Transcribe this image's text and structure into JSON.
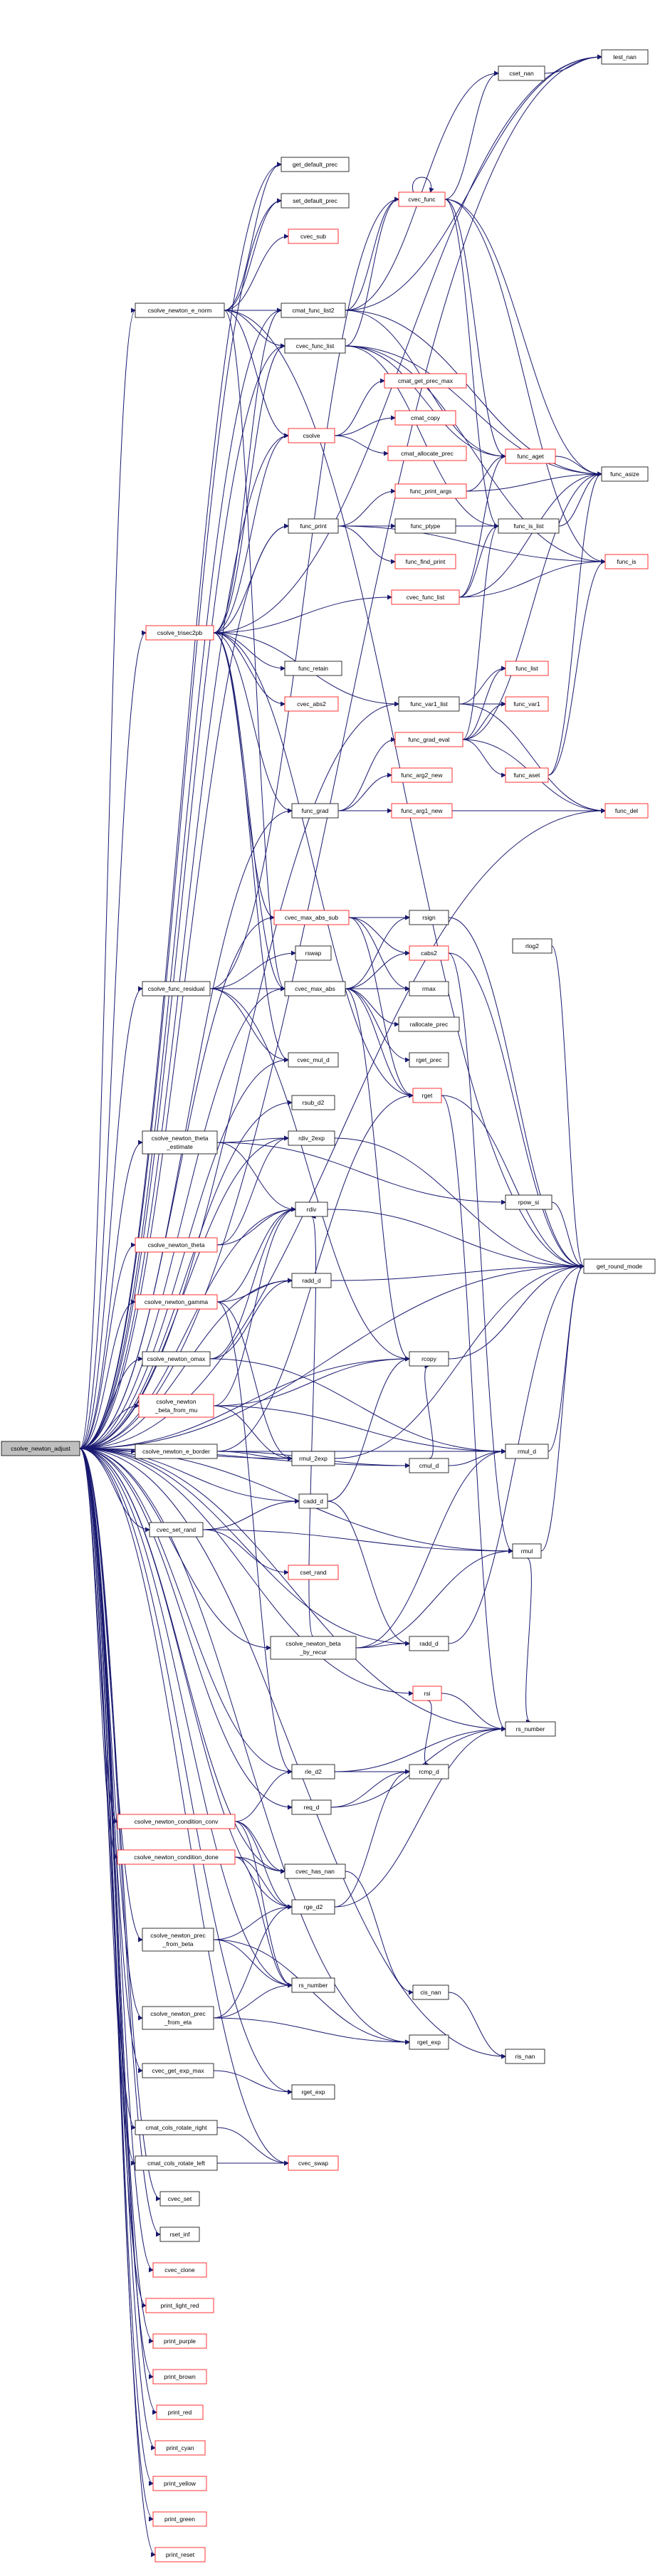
{
  "colors": {
    "edge": "#191970",
    "node_border": "#000000",
    "node_border_red": "#ff0000",
    "node_fill": "#ffffff",
    "root_fill": "#bfbfbf"
  },
  "root": "csolve_newton_adjust",
  "nodes": [
    {
      "id": "root",
      "label": "csolve_newton_adjust",
      "kind": "root"
    },
    {
      "id": "n1",
      "label": "csolve_newton_e_norm",
      "kind": "black"
    },
    {
      "id": "n2",
      "label": "get_default_prec",
      "kind": "black"
    },
    {
      "id": "n3",
      "label": "set_default_prec",
      "kind": "black"
    },
    {
      "id": "n4",
      "label": "cvec_sub",
      "kind": "red"
    },
    {
      "id": "n5",
      "label": "cmat_func_list2",
      "kind": "black"
    },
    {
      "id": "n6",
      "label": "cvec_func_list",
      "kind": "black"
    },
    {
      "id": "n7",
      "label": "cvec_func",
      "kind": "red"
    },
    {
      "id": "n8",
      "label": "cset_nan",
      "kind": "black"
    },
    {
      "id": "n9",
      "label": "test_nan",
      "kind": "black"
    },
    {
      "id": "n10",
      "label": "cmat_get_prec_max",
      "kind": "red"
    },
    {
      "id": "n11",
      "label": "csolve",
      "kind": "red"
    },
    {
      "id": "n12",
      "label": "cmat_copy",
      "kind": "red"
    },
    {
      "id": "n13",
      "label": "cmat_allocate_prec",
      "kind": "red"
    },
    {
      "id": "n14",
      "label": "func_aget",
      "kind": "red"
    },
    {
      "id": "n15",
      "label": "func_asize",
      "kind": "black"
    },
    {
      "id": "n16",
      "label": "func_print",
      "kind": "black"
    },
    {
      "id": "n17",
      "label": "func_print_args",
      "kind": "red"
    },
    {
      "id": "n18",
      "label": "func_ptype",
      "kind": "black"
    },
    {
      "id": "n19",
      "label": "func_is_list",
      "kind": "black"
    },
    {
      "id": "n20",
      "label": "func_find_print",
      "kind": "red"
    },
    {
      "id": "n21",
      "label": "func_is",
      "kind": "red"
    },
    {
      "id": "n22",
      "label": "cvec_func_list",
      "kind": "red"
    },
    {
      "id": "n23",
      "label": "csolve_trisec2pb",
      "kind": "red"
    },
    {
      "id": "n24",
      "label": "func_retain",
      "kind": "black"
    },
    {
      "id": "n25",
      "label": "cvec_abs2",
      "kind": "red"
    },
    {
      "id": "n26",
      "label": "func_var1_list",
      "kind": "black"
    },
    {
      "id": "n27",
      "label": "func_list",
      "kind": "red"
    },
    {
      "id": "n28",
      "label": "func_var1",
      "kind": "red"
    },
    {
      "id": "n29",
      "label": "func_grad_eval",
      "kind": "red"
    },
    {
      "id": "n30",
      "label": "func_aset",
      "kind": "red"
    },
    {
      "id": "n31",
      "label": "func_del",
      "kind": "red"
    },
    {
      "id": "n32",
      "label": "func_grad",
      "kind": "black"
    },
    {
      "id": "n33",
      "label": "func_arg2_new",
      "kind": "red"
    },
    {
      "id": "n34",
      "label": "func_arg1_new",
      "kind": "red"
    },
    {
      "id": "n35",
      "label": "cvec_max_abs_sub",
      "kind": "red"
    },
    {
      "id": "n36",
      "label": "rsign",
      "kind": "black"
    },
    {
      "id": "n37",
      "label": "rlog2",
      "kind": "black"
    },
    {
      "id": "n38",
      "label": "cabs2",
      "kind": "red"
    },
    {
      "id": "n39",
      "label": "rswap",
      "kind": "black"
    },
    {
      "id": "n40",
      "label": "csolve_func_residual",
      "kind": "black"
    },
    {
      "id": "n41",
      "label": "cvec_max_abs",
      "kind": "black"
    },
    {
      "id": "n42",
      "label": "rmax",
      "kind": "black"
    },
    {
      "id": "n43",
      "label": "rallocate_prec",
      "kind": "black"
    },
    {
      "id": "n44",
      "label": "rget_prec",
      "kind": "black"
    },
    {
      "id": "n45",
      "label": "cvec_mul_d",
      "kind": "black"
    },
    {
      "id": "n46",
      "label": "rget",
      "kind": "red"
    },
    {
      "id": "n47",
      "label": "rsub_d2",
      "kind": "black"
    },
    {
      "id": "n48",
      "label": "csolve_newton_theta_estimate",
      "kind": "black"
    },
    {
      "id": "n49",
      "label": "rdiv_2exp",
      "kind": "black"
    },
    {
      "id": "n50",
      "label": "rpow_si",
      "kind": "black"
    },
    {
      "id": "n51",
      "label": "csolve_newton_theta",
      "kind": "red"
    },
    {
      "id": "n52",
      "label": "rdiv",
      "kind": "black"
    },
    {
      "id": "n53",
      "label": "get_round_mode",
      "kind": "black"
    },
    {
      "id": "n54",
      "label": "csolve_newton_gamma",
      "kind": "red"
    },
    {
      "id": "n55",
      "label": "radd_d",
      "kind": "black"
    },
    {
      "id": "n56",
      "label": "csolve_newton_omax",
      "kind": "black"
    },
    {
      "id": "n57",
      "label": "rcopy",
      "kind": "black"
    },
    {
      "id": "n58",
      "label": "csolve_newton_beta_from_mu",
      "kind": "red"
    },
    {
      "id": "n59",
      "label": "csolve_newton_e_border",
      "kind": "black"
    },
    {
      "id": "n60",
      "label": "rmul_2exp",
      "kind": "black"
    },
    {
      "id": "n61",
      "label": "cmul_d",
      "kind": "black"
    },
    {
      "id": "n62",
      "label": "rmul_d",
      "kind": "black"
    },
    {
      "id": "n63",
      "label": "cvec_set_rand",
      "kind": "black"
    },
    {
      "id": "n64",
      "label": "cadd_d",
      "kind": "black"
    },
    {
      "id": "n65",
      "label": "rmul",
      "kind": "black"
    },
    {
      "id": "n66",
      "label": "cset_rand",
      "kind": "red"
    },
    {
      "id": "n67",
      "label": "csolve_newton_beta_by_recur",
      "kind": "black"
    },
    {
      "id": "n68",
      "label": "radd_d",
      "kind": "black"
    },
    {
      "id": "n69",
      "label": "rsi",
      "kind": "red"
    },
    {
      "id": "n70",
      "label": "rs_number",
      "kind": "black"
    },
    {
      "id": "n71",
      "label": "rle_d2",
      "kind": "black"
    },
    {
      "id": "n72",
      "label": "rcmp_d",
      "kind": "black"
    },
    {
      "id": "n73",
      "label": "req_d",
      "kind": "black"
    },
    {
      "id": "n74",
      "label": "csolve_newton_condition_conv",
      "kind": "red"
    },
    {
      "id": "n75",
      "label": "csolve_newton_condition_done",
      "kind": "red"
    },
    {
      "id": "n76",
      "label": "cvec_has_nan",
      "kind": "black"
    },
    {
      "id": "n77",
      "label": "rge_d2",
      "kind": "black"
    },
    {
      "id": "n78",
      "label": "csolve_newton_prec_from_beta",
      "kind": "black"
    },
    {
      "id": "n79",
      "label": "cis_nan",
      "kind": "black"
    },
    {
      "id": "n80",
      "label": "rs_number",
      "kind": "black"
    },
    {
      "id": "n81",
      "label": "rget_exp",
      "kind": "black"
    },
    {
      "id": "n82",
      "label": "csolve_newton_prec_from_eta",
      "kind": "black"
    },
    {
      "id": "n83",
      "label": "ris_nan",
      "kind": "black"
    },
    {
      "id": "n84",
      "label": "cvec_get_exp_max",
      "kind": "black"
    },
    {
      "id": "n85",
      "label": "rget_exp",
      "kind": "black"
    },
    {
      "id": "n86",
      "label": "cmat_cols_rotate_right",
      "kind": "black"
    },
    {
      "id": "n87",
      "label": "cmat_cols_rotate_left",
      "kind": "black"
    },
    {
      "id": "n88",
      "label": "cvec_swap",
      "kind": "red"
    },
    {
      "id": "n89",
      "label": "cvec_set",
      "kind": "black"
    },
    {
      "id": "n90",
      "label": "rset_inf",
      "kind": "black"
    },
    {
      "id": "n91",
      "label": "cvec_clone",
      "kind": "red"
    },
    {
      "id": "n92",
      "label": "print_light_red",
      "kind": "red"
    },
    {
      "id": "n93",
      "label": "print_purple",
      "kind": "red"
    },
    {
      "id": "n94",
      "label": "print_brown",
      "kind": "red"
    },
    {
      "id": "n95",
      "label": "print_red",
      "kind": "red"
    },
    {
      "id": "n96",
      "label": "print_cyan",
      "kind": "red"
    },
    {
      "id": "n97",
      "label": "print_yellow",
      "kind": "red"
    },
    {
      "id": "n98",
      "label": "print_green",
      "kind": "red"
    },
    {
      "id": "n99",
      "label": "print_reset",
      "kind": "red"
    }
  ],
  "edges": [
    [
      "root",
      "n1"
    ],
    [
      "root",
      "n2"
    ],
    [
      "root",
      "n3"
    ],
    [
      "root",
      "n5"
    ],
    [
      "root",
      "n6"
    ],
    [
      "root",
      "n9"
    ],
    [
      "root",
      "n11"
    ],
    [
      "root",
      "n16"
    ],
    [
      "root",
      "n23"
    ],
    [
      "root",
      "n26"
    ],
    [
      "root",
      "n31"
    ],
    [
      "root",
      "n32"
    ],
    [
      "root",
      "n35"
    ],
    [
      "root",
      "n40"
    ],
    [
      "root",
      "n41"
    ],
    [
      "root",
      "n45"
    ],
    [
      "root",
      "n47"
    ],
    [
      "root",
      "n48"
    ],
    [
      "root",
      "n49"
    ],
    [
      "root",
      "n51"
    ],
    [
      "root",
      "n52"
    ],
    [
      "root",
      "n53"
    ],
    [
      "root",
      "n54"
    ],
    [
      "root",
      "n55"
    ],
    [
      "root",
      "n56"
    ],
    [
      "root",
      "n57"
    ],
    [
      "root",
      "n58"
    ],
    [
      "root",
      "n59"
    ],
    [
      "root",
      "n60"
    ],
    [
      "root",
      "n61"
    ],
    [
      "root",
      "n63"
    ],
    [
      "root",
      "n64"
    ],
    [
      "root",
      "n65"
    ],
    [
      "root",
      "n67"
    ],
    [
      "root",
      "n68"
    ],
    [
      "root",
      "n69"
    ],
    [
      "root",
      "n70"
    ],
    [
      "root",
      "n71"
    ],
    [
      "root",
      "n73"
    ],
    [
      "root",
      "n74"
    ],
    [
      "root",
      "n75"
    ],
    [
      "root",
      "n76"
    ],
    [
      "root",
      "n77"
    ],
    [
      "root",
      "n78"
    ],
    [
      "root",
      "n80"
    ],
    [
      "root",
      "n81"
    ],
    [
      "root",
      "n82"
    ],
    [
      "root",
      "n83"
    ],
    [
      "root",
      "n84"
    ],
    [
      "root",
      "n85"
    ],
    [
      "root",
      "n86"
    ],
    [
      "root",
      "n87"
    ],
    [
      "root",
      "n88"
    ],
    [
      "root",
      "n89"
    ],
    [
      "root",
      "n90"
    ],
    [
      "root",
      "n91"
    ],
    [
      "root",
      "n92"
    ],
    [
      "root",
      "n93"
    ],
    [
      "root",
      "n94"
    ],
    [
      "root",
      "n95"
    ],
    [
      "root",
      "n96"
    ],
    [
      "root",
      "n97"
    ],
    [
      "root",
      "n98"
    ],
    [
      "root",
      "n99"
    ],
    [
      "n1",
      "n2"
    ],
    [
      "n1",
      "n3"
    ],
    [
      "n1",
      "n4"
    ],
    [
      "n1",
      "n5"
    ],
    [
      "n1",
      "n6"
    ],
    [
      "n1",
      "n11"
    ],
    [
      "n1",
      "n41"
    ],
    [
      "n1",
      "n53"
    ],
    [
      "n5",
      "n7"
    ],
    [
      "n5",
      "n8"
    ],
    [
      "n5",
      "n9"
    ],
    [
      "n5",
      "n14"
    ],
    [
      "n5",
      "n15"
    ],
    [
      "n6",
      "n7"
    ],
    [
      "n6",
      "n14"
    ],
    [
      "n6",
      "n15"
    ],
    [
      "n6",
      "n19"
    ],
    [
      "n6",
      "n21"
    ],
    [
      "n7",
      "n7"
    ],
    [
      "n7",
      "n8"
    ],
    [
      "n7",
      "n14"
    ],
    [
      "n7",
      "n15"
    ],
    [
      "n7",
      "n19"
    ],
    [
      "n7",
      "n21"
    ],
    [
      "n8",
      "n9"
    ],
    [
      "n11",
      "n10"
    ],
    [
      "n11",
      "n12"
    ],
    [
      "n11",
      "n13"
    ],
    [
      "n14",
      "n15"
    ],
    [
      "n16",
      "n17"
    ],
    [
      "n16",
      "n18"
    ],
    [
      "n16",
      "n19"
    ],
    [
      "n16",
      "n20"
    ],
    [
      "n16",
      "n21"
    ],
    [
      "n17",
      "n14"
    ],
    [
      "n17",
      "n15"
    ],
    [
      "n19",
      "n15"
    ],
    [
      "n22",
      "n14"
    ],
    [
      "n22",
      "n15"
    ],
    [
      "n22",
      "n19"
    ],
    [
      "n22",
      "n21"
    ],
    [
      "n23",
      "n5"
    ],
    [
      "n23",
      "n6"
    ],
    [
      "n23",
      "n11"
    ],
    [
      "n23",
      "n16"
    ],
    [
      "n23",
      "n22"
    ],
    [
      "n23",
      "n24"
    ],
    [
      "n23",
      "n25"
    ],
    [
      "n23",
      "n26"
    ],
    [
      "n23",
      "n32"
    ],
    [
      "n23",
      "n9"
    ],
    [
      "n23",
      "n35"
    ],
    [
      "n23",
      "n41"
    ],
    [
      "n23",
      "n45"
    ],
    [
      "n23",
      "n46"
    ],
    [
      "n26",
      "n27"
    ],
    [
      "n26",
      "n28"
    ],
    [
      "n26",
      "n31"
    ],
    [
      "n29",
      "n27"
    ],
    [
      "n29",
      "n28"
    ],
    [
      "n29",
      "n30"
    ],
    [
      "n29",
      "n31"
    ],
    [
      "n29",
      "n19"
    ],
    [
      "n29",
      "n15"
    ],
    [
      "n30",
      "n15"
    ],
    [
      "n30",
      "n21"
    ],
    [
      "n32",
      "n29"
    ],
    [
      "n32",
      "n33"
    ],
    [
      "n32",
      "n34"
    ],
    [
      "n32",
      "n31"
    ],
    [
      "n35",
      "n36"
    ],
    [
      "n35",
      "n38"
    ],
    [
      "n35",
      "n42"
    ],
    [
      "n35",
      "n46"
    ],
    [
      "n36",
      "n53"
    ],
    [
      "n37",
      "n53"
    ],
    [
      "n40",
      "n39"
    ],
    [
      "n40",
      "n41"
    ],
    [
      "n40",
      "n45"
    ],
    [
      "n40",
      "n7"
    ],
    [
      "n40",
      "n57"
    ],
    [
      "n41",
      "n36"
    ],
    [
      "n41",
      "n38"
    ],
    [
      "n41",
      "n42"
    ],
    [
      "n41",
      "n43"
    ],
    [
      "n41",
      "n44"
    ],
    [
      "n41",
      "n46"
    ],
    [
      "n41",
      "n57"
    ],
    [
      "n38",
      "n65"
    ],
    [
      "n38",
      "n53"
    ],
    [
      "n46",
      "n70"
    ],
    [
      "n46",
      "n53"
    ],
    [
      "n48",
      "n49"
    ],
    [
      "n48",
      "n50"
    ],
    [
      "n48",
      "n52"
    ],
    [
      "n49",
      "n53"
    ],
    [
      "n50",
      "n53"
    ],
    [
      "n52",
      "n53"
    ],
    [
      "n55",
      "n53"
    ],
    [
      "n51",
      "n49"
    ],
    [
      "n51",
      "n52"
    ],
    [
      "n54",
      "n52"
    ],
    [
      "n54",
      "n55"
    ],
    [
      "n54",
      "n60"
    ],
    [
      "n54",
      "n71"
    ],
    [
      "n56",
      "n52"
    ],
    [
      "n56",
      "n55"
    ],
    [
      "n56",
      "n62"
    ],
    [
      "n57",
      "n53"
    ],
    [
      "n58",
      "n52"
    ],
    [
      "n58",
      "n57"
    ],
    [
      "n58",
      "n62"
    ],
    [
      "n58",
      "n60"
    ],
    [
      "n59",
      "n60"
    ],
    [
      "n59",
      "n61"
    ],
    [
      "n59",
      "n62"
    ],
    [
      "n59",
      "n46"
    ],
    [
      "n60",
      "n53"
    ],
    [
      "n61",
      "n57"
    ],
    [
      "n61",
      "n62"
    ],
    [
      "n62",
      "n53"
    ],
    [
      "n63",
      "n64"
    ],
    [
      "n63",
      "n66"
    ],
    [
      "n63",
      "n65"
    ],
    [
      "n64",
      "n57"
    ],
    [
      "n64",
      "n68"
    ],
    [
      "n65",
      "n53"
    ],
    [
      "n65",
      "n70"
    ],
    [
      "n67",
      "n52"
    ],
    [
      "n67",
      "n65"
    ],
    [
      "n67",
      "n68"
    ],
    [
      "n67",
      "n62"
    ],
    [
      "n68",
      "n53"
    ],
    [
      "n69",
      "n70"
    ],
    [
      "n69",
      "n72"
    ],
    [
      "n71",
      "n72"
    ],
    [
      "n71",
      "n70"
    ],
    [
      "n73",
      "n72"
    ],
    [
      "n73",
      "n70"
    ],
    [
      "n74",
      "n76"
    ],
    [
      "n74",
      "n77"
    ],
    [
      "n74",
      "n71"
    ],
    [
      "n74",
      "n80"
    ],
    [
      "n75",
      "n76"
    ],
    [
      "n75",
      "n77"
    ],
    [
      "n75",
      "n80"
    ],
    [
      "n76",
      "n79"
    ],
    [
      "n77",
      "n72"
    ],
    [
      "n77",
      "n70"
    ],
    [
      "n78",
      "n77"
    ],
    [
      "n78",
      "n80"
    ],
    [
      "n78",
      "n81"
    ],
    [
      "n79",
      "n83"
    ],
    [
      "n82",
      "n80"
    ],
    [
      "n82",
      "n81"
    ],
    [
      "n82",
      "n77"
    ],
    [
      "n84",
      "n85"
    ],
    [
      "n86",
      "n88"
    ],
    [
      "n87",
      "n88"
    ]
  ]
}
